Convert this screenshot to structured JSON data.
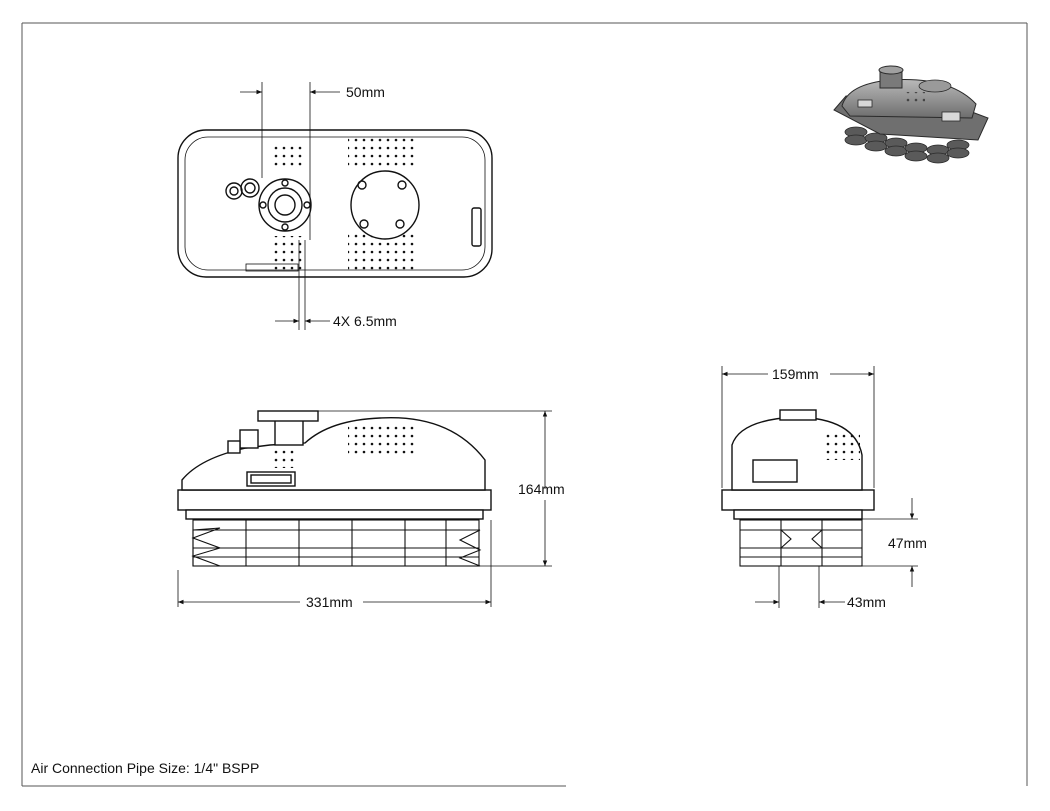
{
  "dimensions": {
    "flange_offset": "50mm",
    "holes": "4X 6.5mm",
    "height": "164mm",
    "length": "331mm",
    "width": "159mm",
    "cup_height": "47mm",
    "cup_pitch": "43mm"
  },
  "note": "Air Connection Pipe Size: 1/4\" BSPP",
  "colors": {
    "line": "#111111",
    "border": "#555555",
    "render_body": "#8c8c8c",
    "render_dark": "#4a4a4a"
  }
}
